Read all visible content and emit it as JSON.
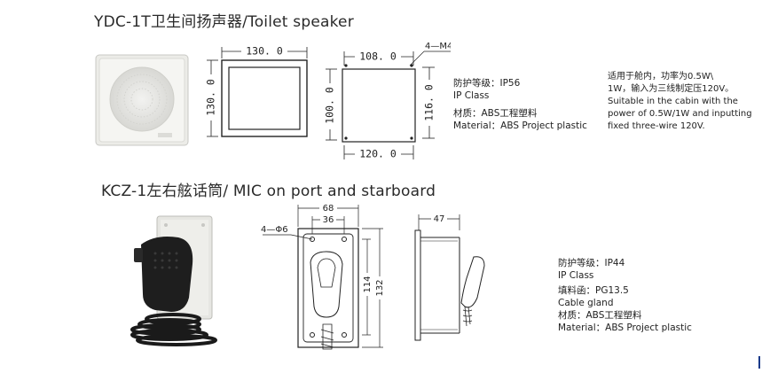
{
  "product1": {
    "title": "YDC-1T卫生间扬声器/Toilet speaker",
    "dims": {
      "front_width": "130. 0",
      "front_height": "130. 0",
      "hole_width": "108. 0",
      "hole_height": "100. 0",
      "back_width": "120. 0",
      "back_height": "116. 0",
      "screws": "4—M4"
    },
    "specs": {
      "ip_cn": "防护等级：IP56",
      "ip_en": "IP Class",
      "material_cn": "材质：ABS工程塑料",
      "material_en": "Material：ABS Project plastic"
    },
    "description": [
      "适用于舱内，功率为0.5W\\",
      "1W，输入为三线制定压120V。",
      "Suitable in the cabin with the",
      "power of 0.5W/1W and inputting",
      "fixed three-wire 120V."
    ]
  },
  "product2": {
    "title": "KCZ-1左右舷话筒/ MIC on port and starboard",
    "dims": {
      "outer_width": "68",
      "hole_spacing": "36",
      "holes": "4—Φ6",
      "height_inner": "114",
      "height_outer": "132",
      "depth": "47"
    },
    "specs": {
      "ip_cn": "防护等级：IP44",
      "ip_en": "IP Class",
      "gland_cn": "填料函：PG13.5",
      "gland_en": "Cable gland",
      "material_cn": "材质：ABS工程塑料",
      "material_en": "Material：ABS Project plastic"
    }
  }
}
